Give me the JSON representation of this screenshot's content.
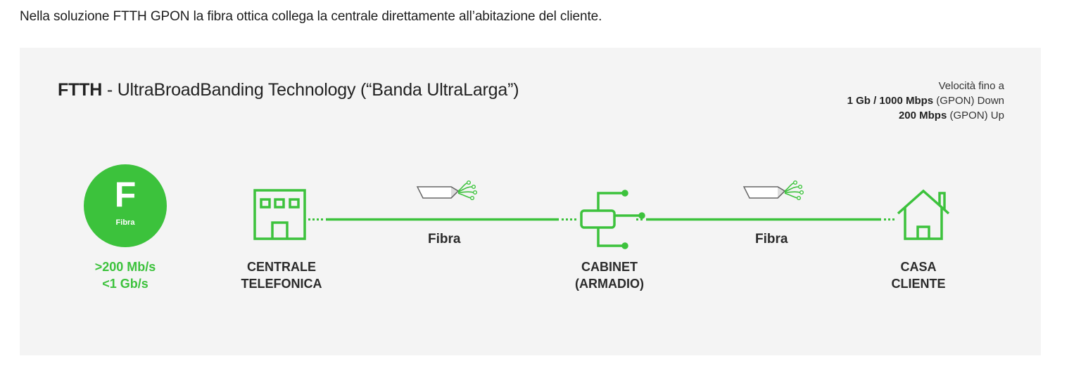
{
  "intro_text": "Nella soluzione FTTH GPON la fibra ottica collega la centrale direttamente all’abitazione del cliente.",
  "panel": {
    "title_bold": "FTTH",
    "title_rest": " - UltraBroadBanding Technology (“Banda UltraLarga”)",
    "speed": {
      "line1": "Velocità fino a",
      "down_value": "1 Gb / 1000 Mbps",
      "down_suffix": " (GPON) Down",
      "up_value": "200 Mbps",
      "up_suffix": " (GPON) Up"
    },
    "badge": {
      "letter": "F",
      "label": "Fibra",
      "speed_line1": ">200 Mb/s",
      "speed_line2": "<1 Gb/s"
    },
    "nodes": {
      "centrale": {
        "line1": "CENTRALE",
        "line2": "TELEFONICA"
      },
      "cabinet": {
        "line1": "CABINET",
        "line2": "(ARMADIO)"
      },
      "casa": {
        "line1": "CASA",
        "line2": "CLIENTE"
      }
    },
    "links": {
      "left": "Fibra",
      "right": "Fibra"
    }
  },
  "colors": {
    "accent_green": "#3cc23c",
    "panel_bg": "#f4f4f4"
  }
}
